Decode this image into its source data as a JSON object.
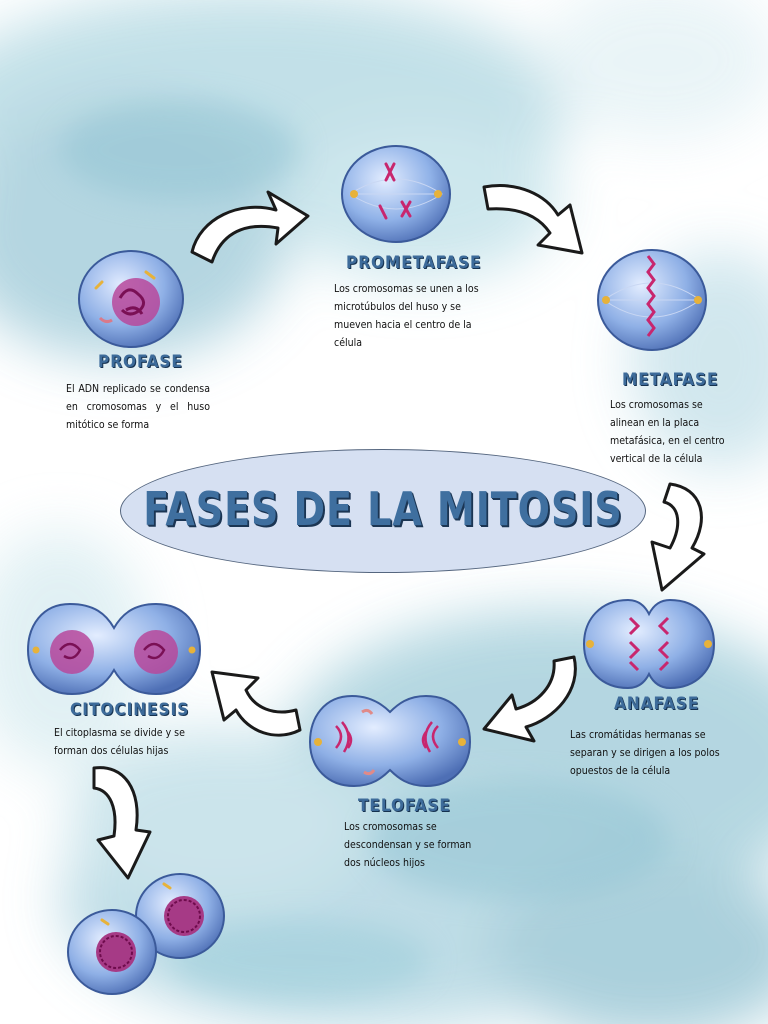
{
  "title": "FASES DE LA MITOSIS",
  "phases": {
    "profase": {
      "name": "PROFASE",
      "description": "El ADN replicado se condensa en cromosomas y el huso mitótico se forma"
    },
    "prometafase": {
      "name": "PROMETAFASE",
      "description": "Los cromosomas se unen a los microtúbulos del huso y se mueven hacia el centro de la célula"
    },
    "metafase": {
      "name": "METAFASE",
      "description": "Los cromosomas se alinean en la placa metafásica, en el centro vertical de la célula"
    },
    "anafase": {
      "name": "ANAFASE",
      "description": "Las cromátidas hermanas se separan y se dirigen a los polos opuestos de la célula"
    },
    "telofase": {
      "name": "TELOFASE",
      "description": "Los cromosomas se descondensan y se forman dos núcleos hijos"
    },
    "citocinesis": {
      "name": "CITOCINESIS",
      "description": "El citoplasma se divide y se forman dos células hijas"
    }
  },
  "colors": {
    "title_text": "#3f6f9f",
    "title_ellipse": "#d6e0f2",
    "cell_body": "#8fb0e6",
    "chromosome": "#c8266e",
    "watercolor": "#a9d3de"
  }
}
